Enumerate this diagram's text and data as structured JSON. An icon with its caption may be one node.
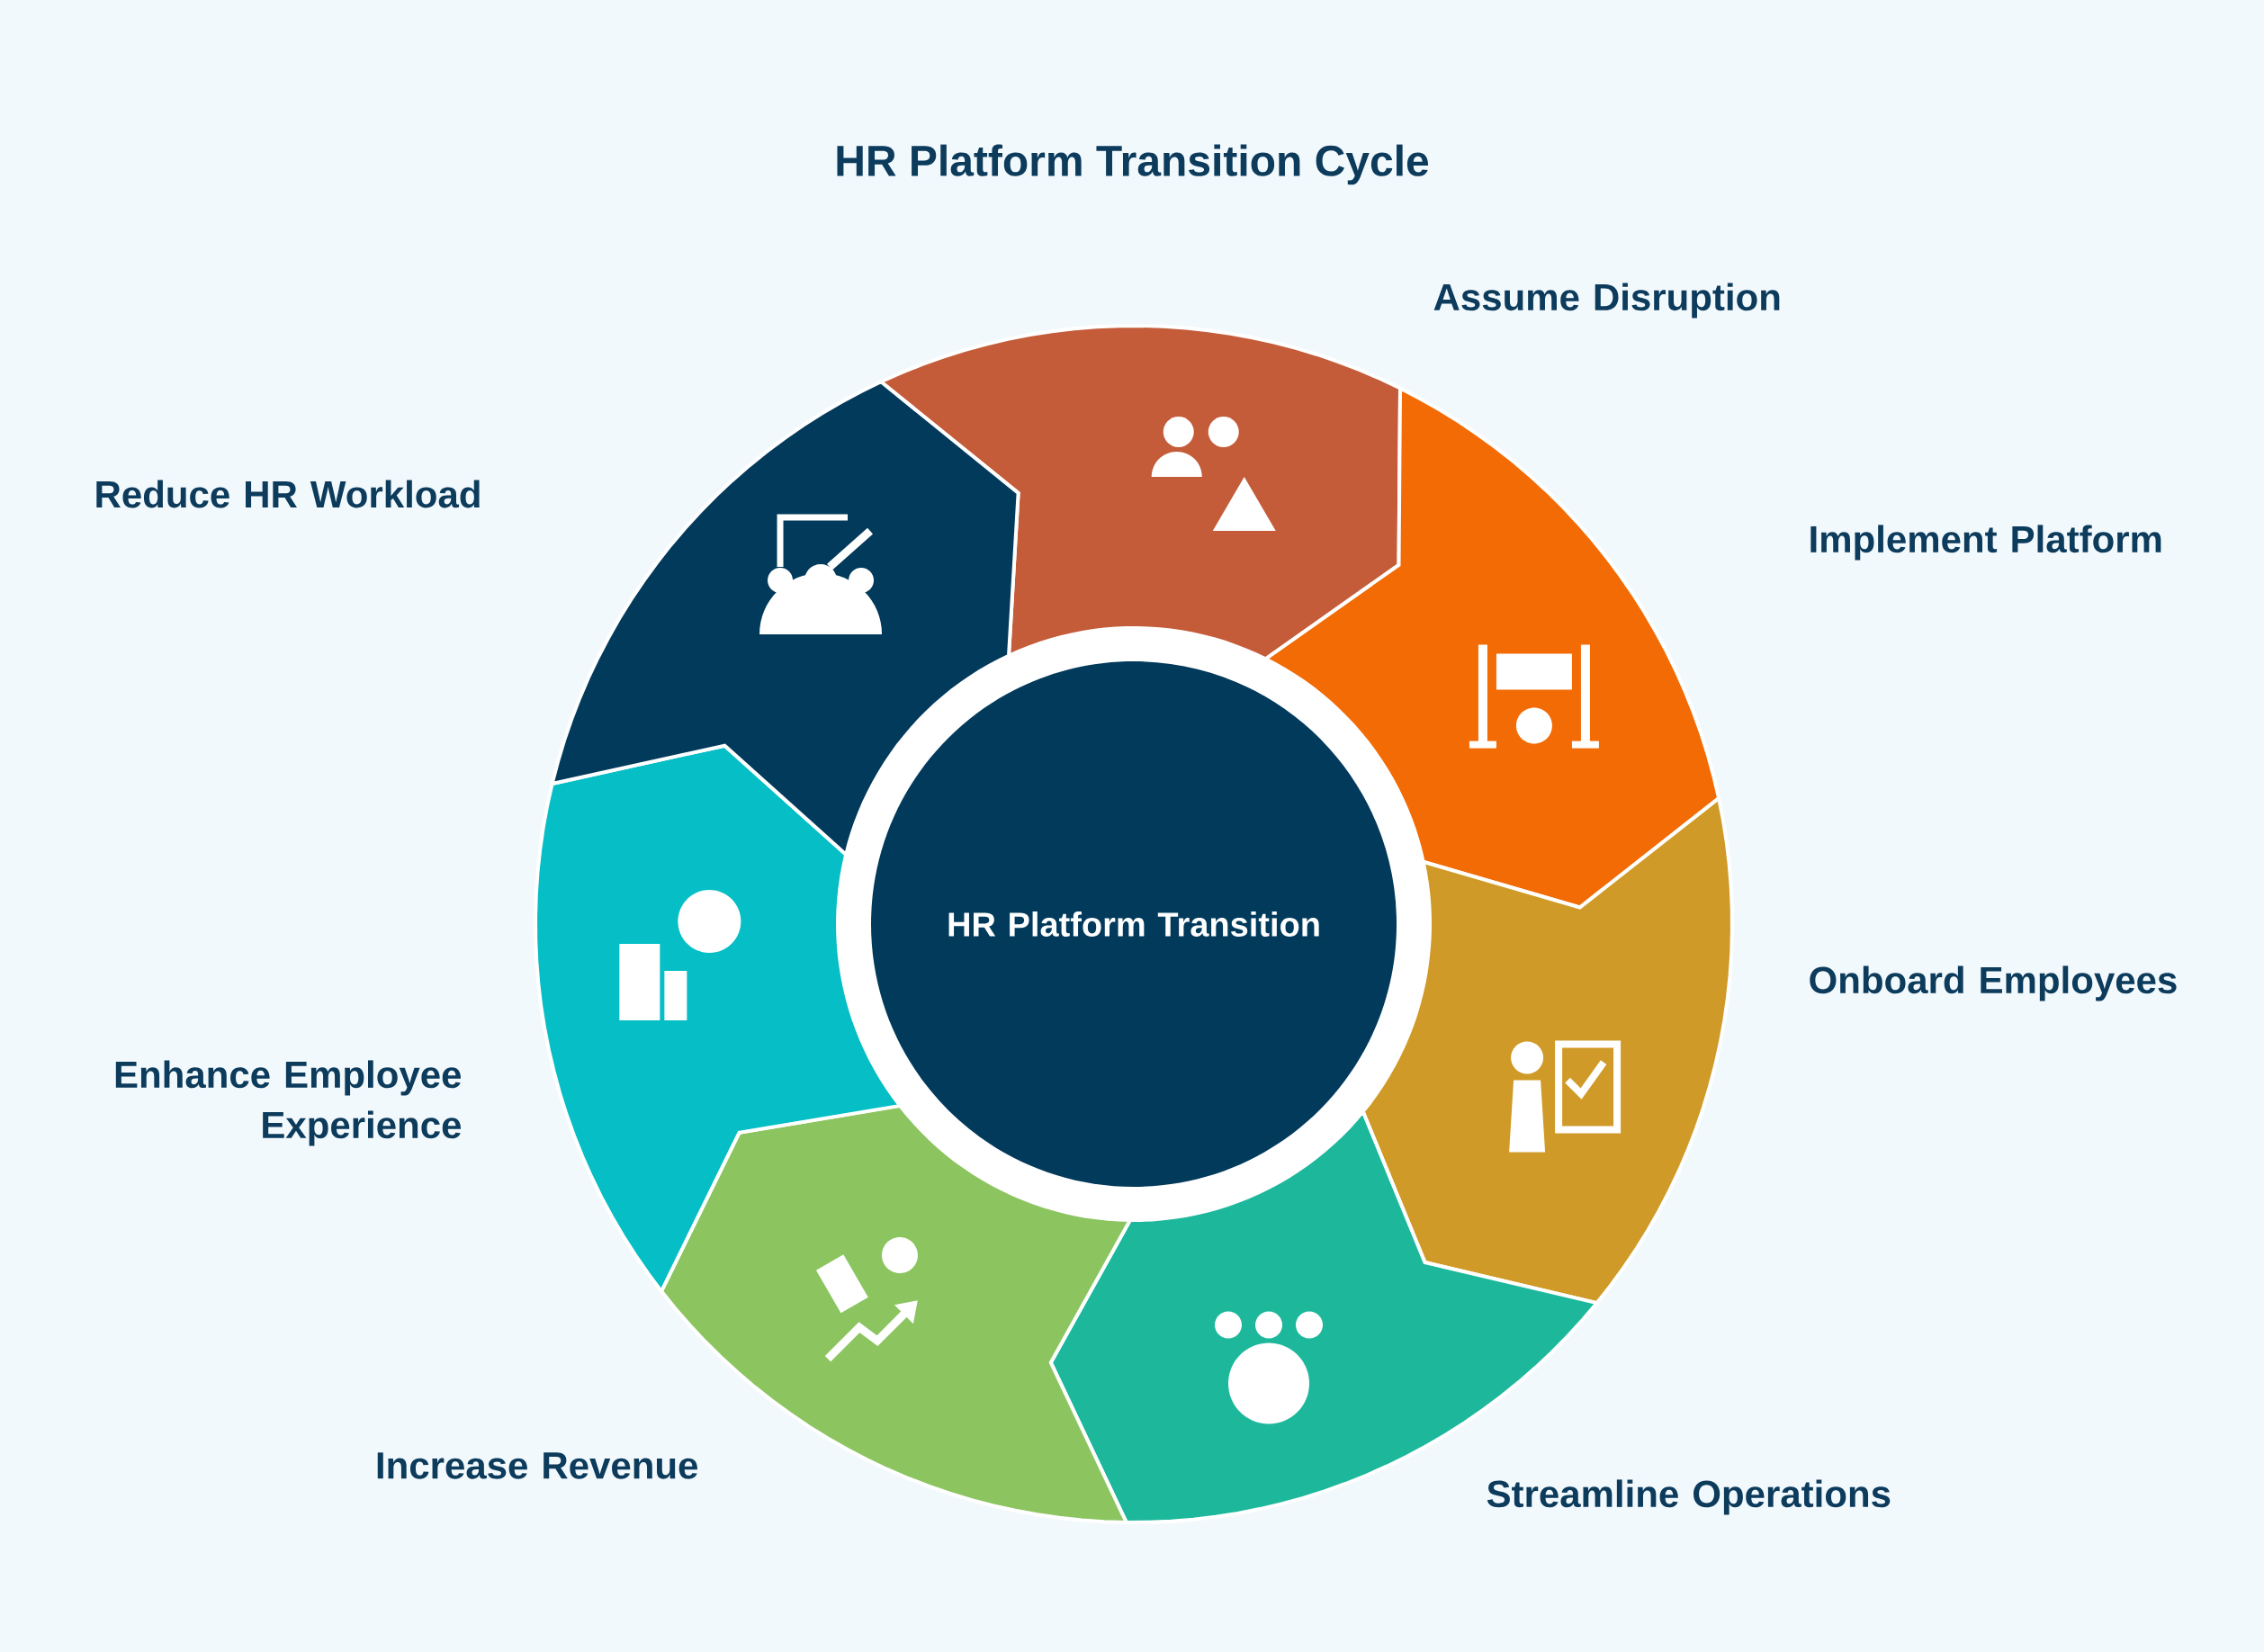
{
  "diagram": {
    "title": "HR Platform Transition Cycle",
    "nodes": [
      {
        "text": [
          "Assume Disruption"
        ]
      },
      {
        "text": [
          "Implement Platform"
        ]
      },
      {
        "text": [
          "Onboard Employees"
        ]
      },
      {
        "text": [
          "Streamline Operations"
        ]
      },
      {
        "text": [
          "Increase Revenue"
        ]
      },
      {
        "text": [
          "Enhance Employee Experience"
        ]
      },
      {
        "text": [
          "Reduce HR Workload"
        ]
      },
      {
        "text": [
          "HR Platform Transition"
        ]
      }
    ]
  }
}
